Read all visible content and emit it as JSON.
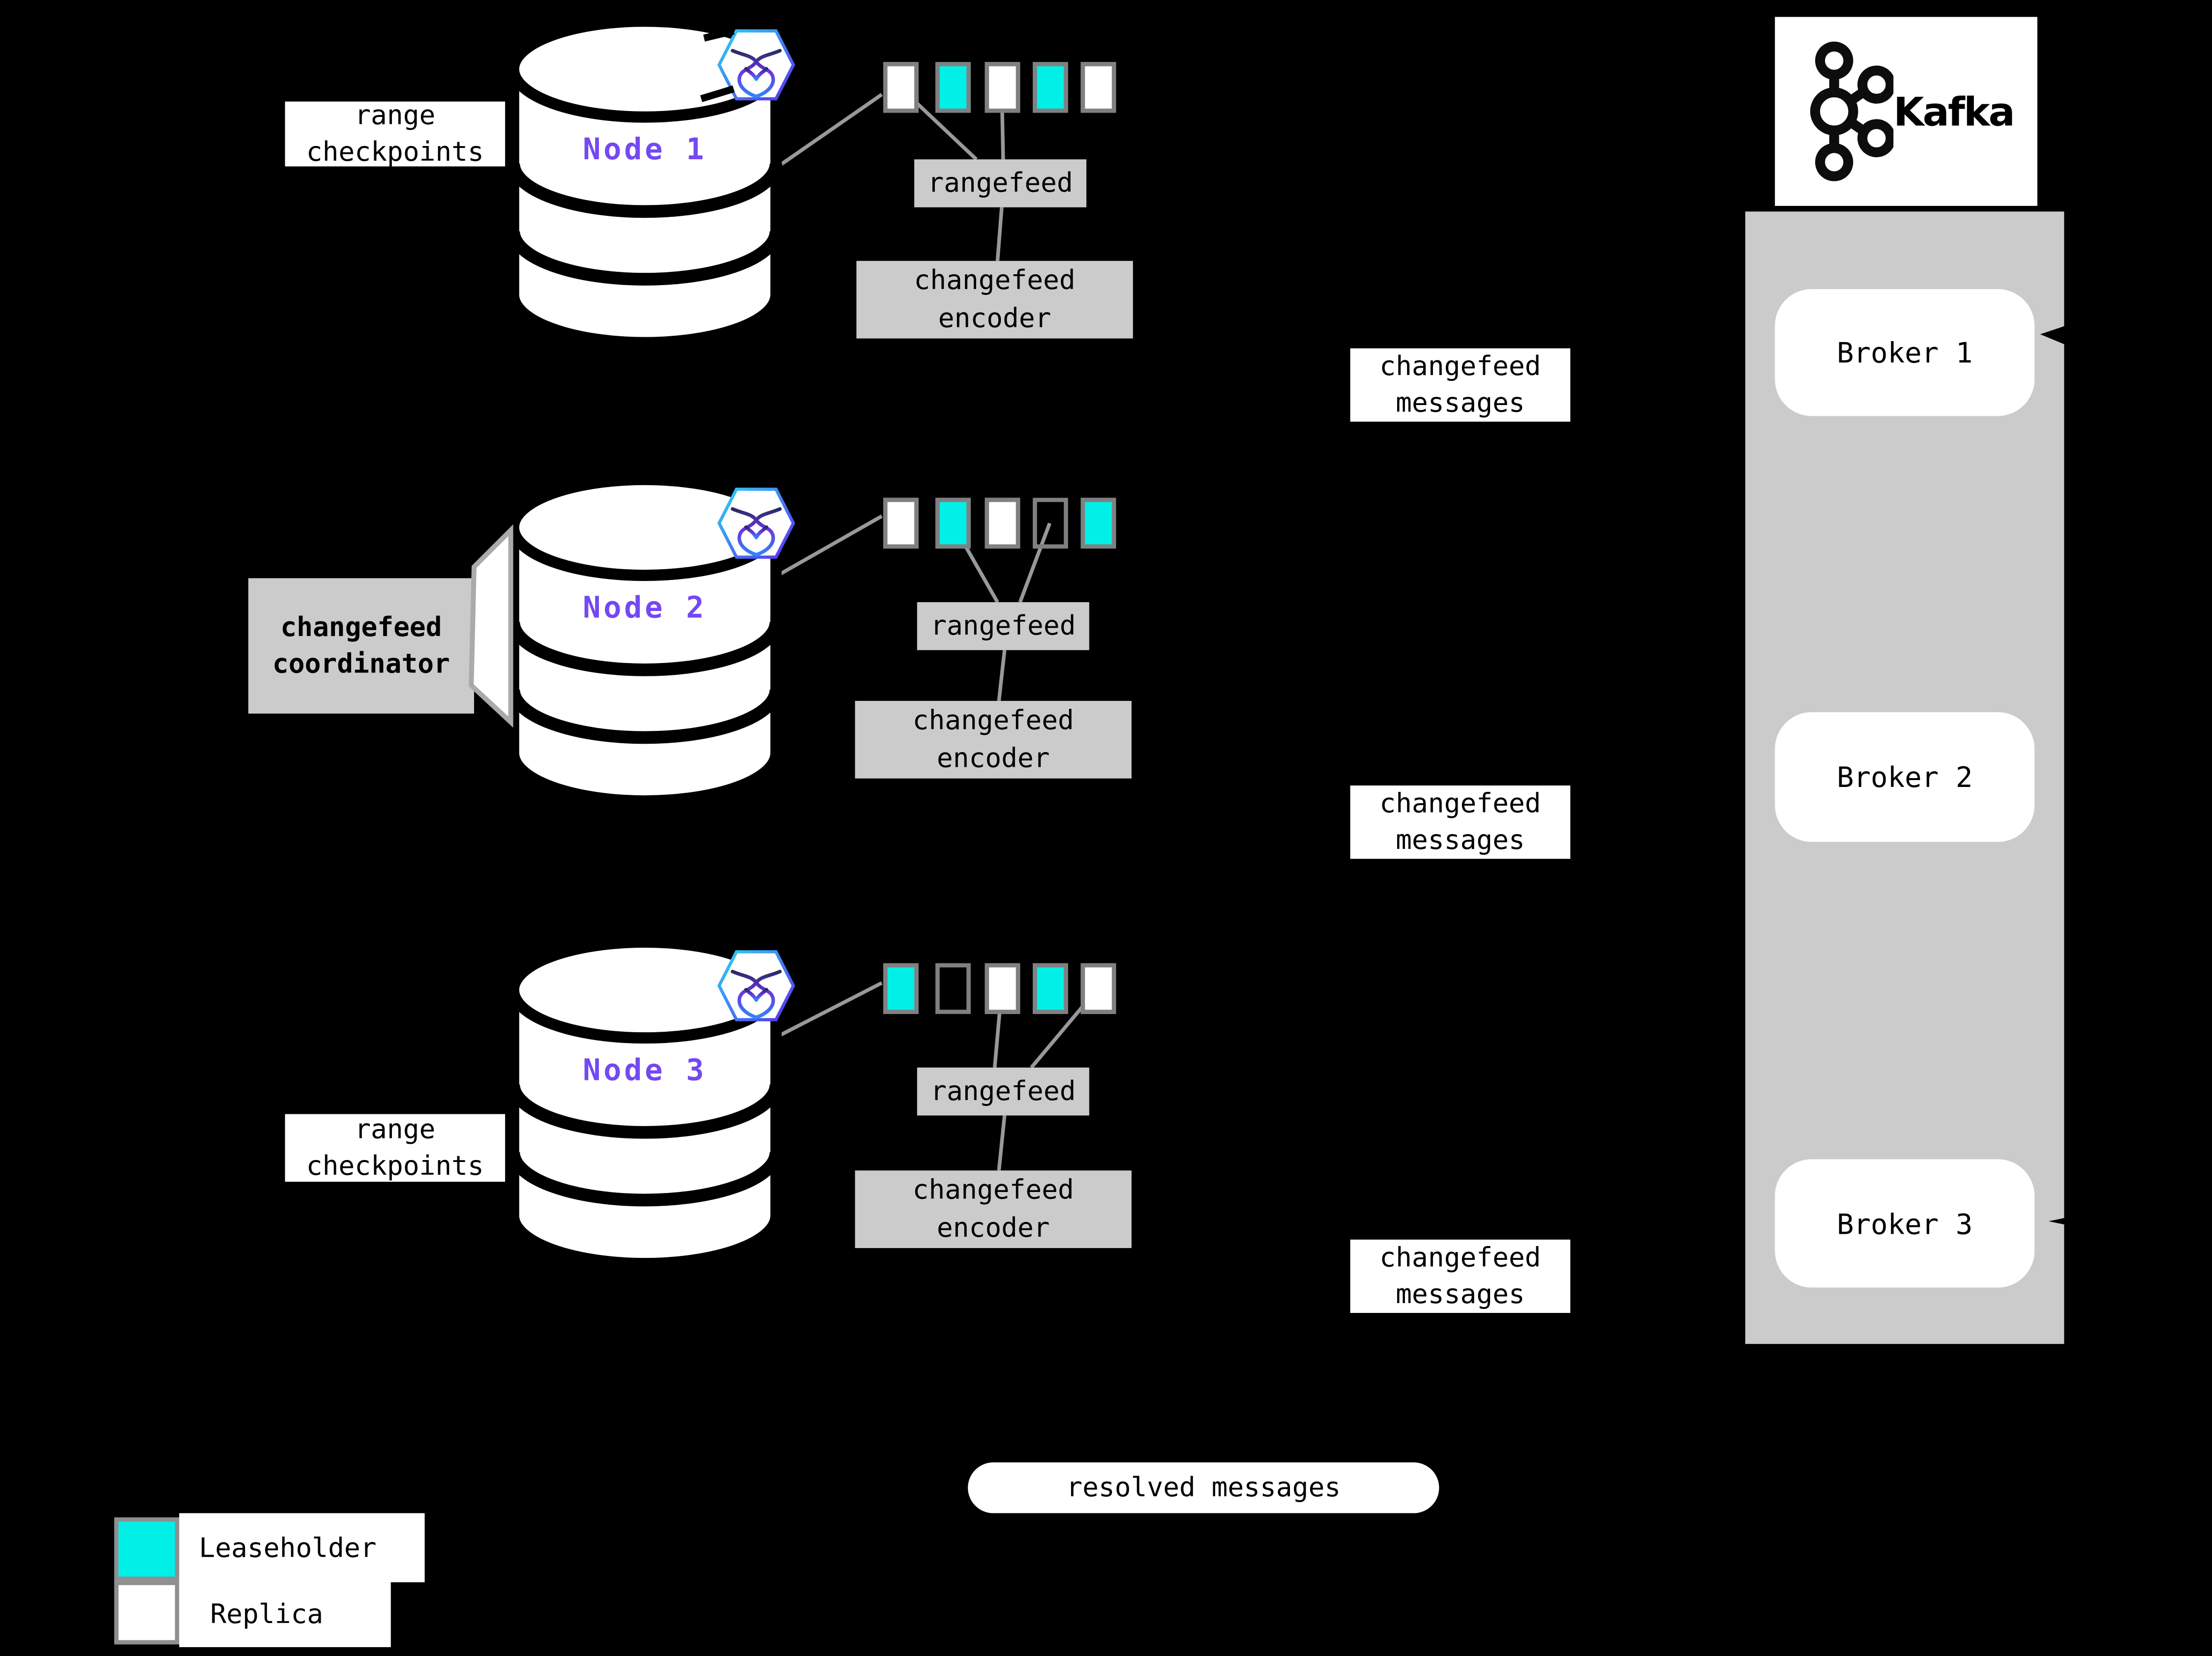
{
  "colors": {
    "leaseholder": "#00f0e8",
    "replica": "#ffffff",
    "panel": "#cbcbcb",
    "gray_box": "#cbcbcb",
    "node_label": "#7448f2",
    "connector": "#999999"
  },
  "labels": {
    "range_checkpoints": "range\ncheckpoints",
    "changefeed_coordinator": "changefeed\ncoordinator",
    "rangefeed": "rangefeed",
    "changefeed_encoder": "changefeed\nencoder",
    "changefeed_messages": "changefeed\nmessages",
    "resolved_messages": "resolved messages"
  },
  "nodes": [
    {
      "name": "Node 1",
      "ranges": [
        "replica",
        "leaseholder",
        "replica",
        "leaseholder",
        "replica"
      ]
    },
    {
      "name": "Node 2",
      "ranges": [
        "replica",
        "leaseholder",
        "replica",
        "none",
        "leaseholder"
      ]
    },
    {
      "name": "Node 3",
      "ranges": [
        "leaseholder",
        "none",
        "replica",
        "leaseholder",
        "replica"
      ]
    }
  ],
  "kafka": {
    "brand": "Kafka",
    "brokers": [
      "Broker 1",
      "Broker 2",
      "Broker 3"
    ]
  },
  "legend": [
    {
      "label": "Leaseholder",
      "type": "leaseholder"
    },
    {
      "label": "Replica",
      "type": "replica"
    }
  ]
}
